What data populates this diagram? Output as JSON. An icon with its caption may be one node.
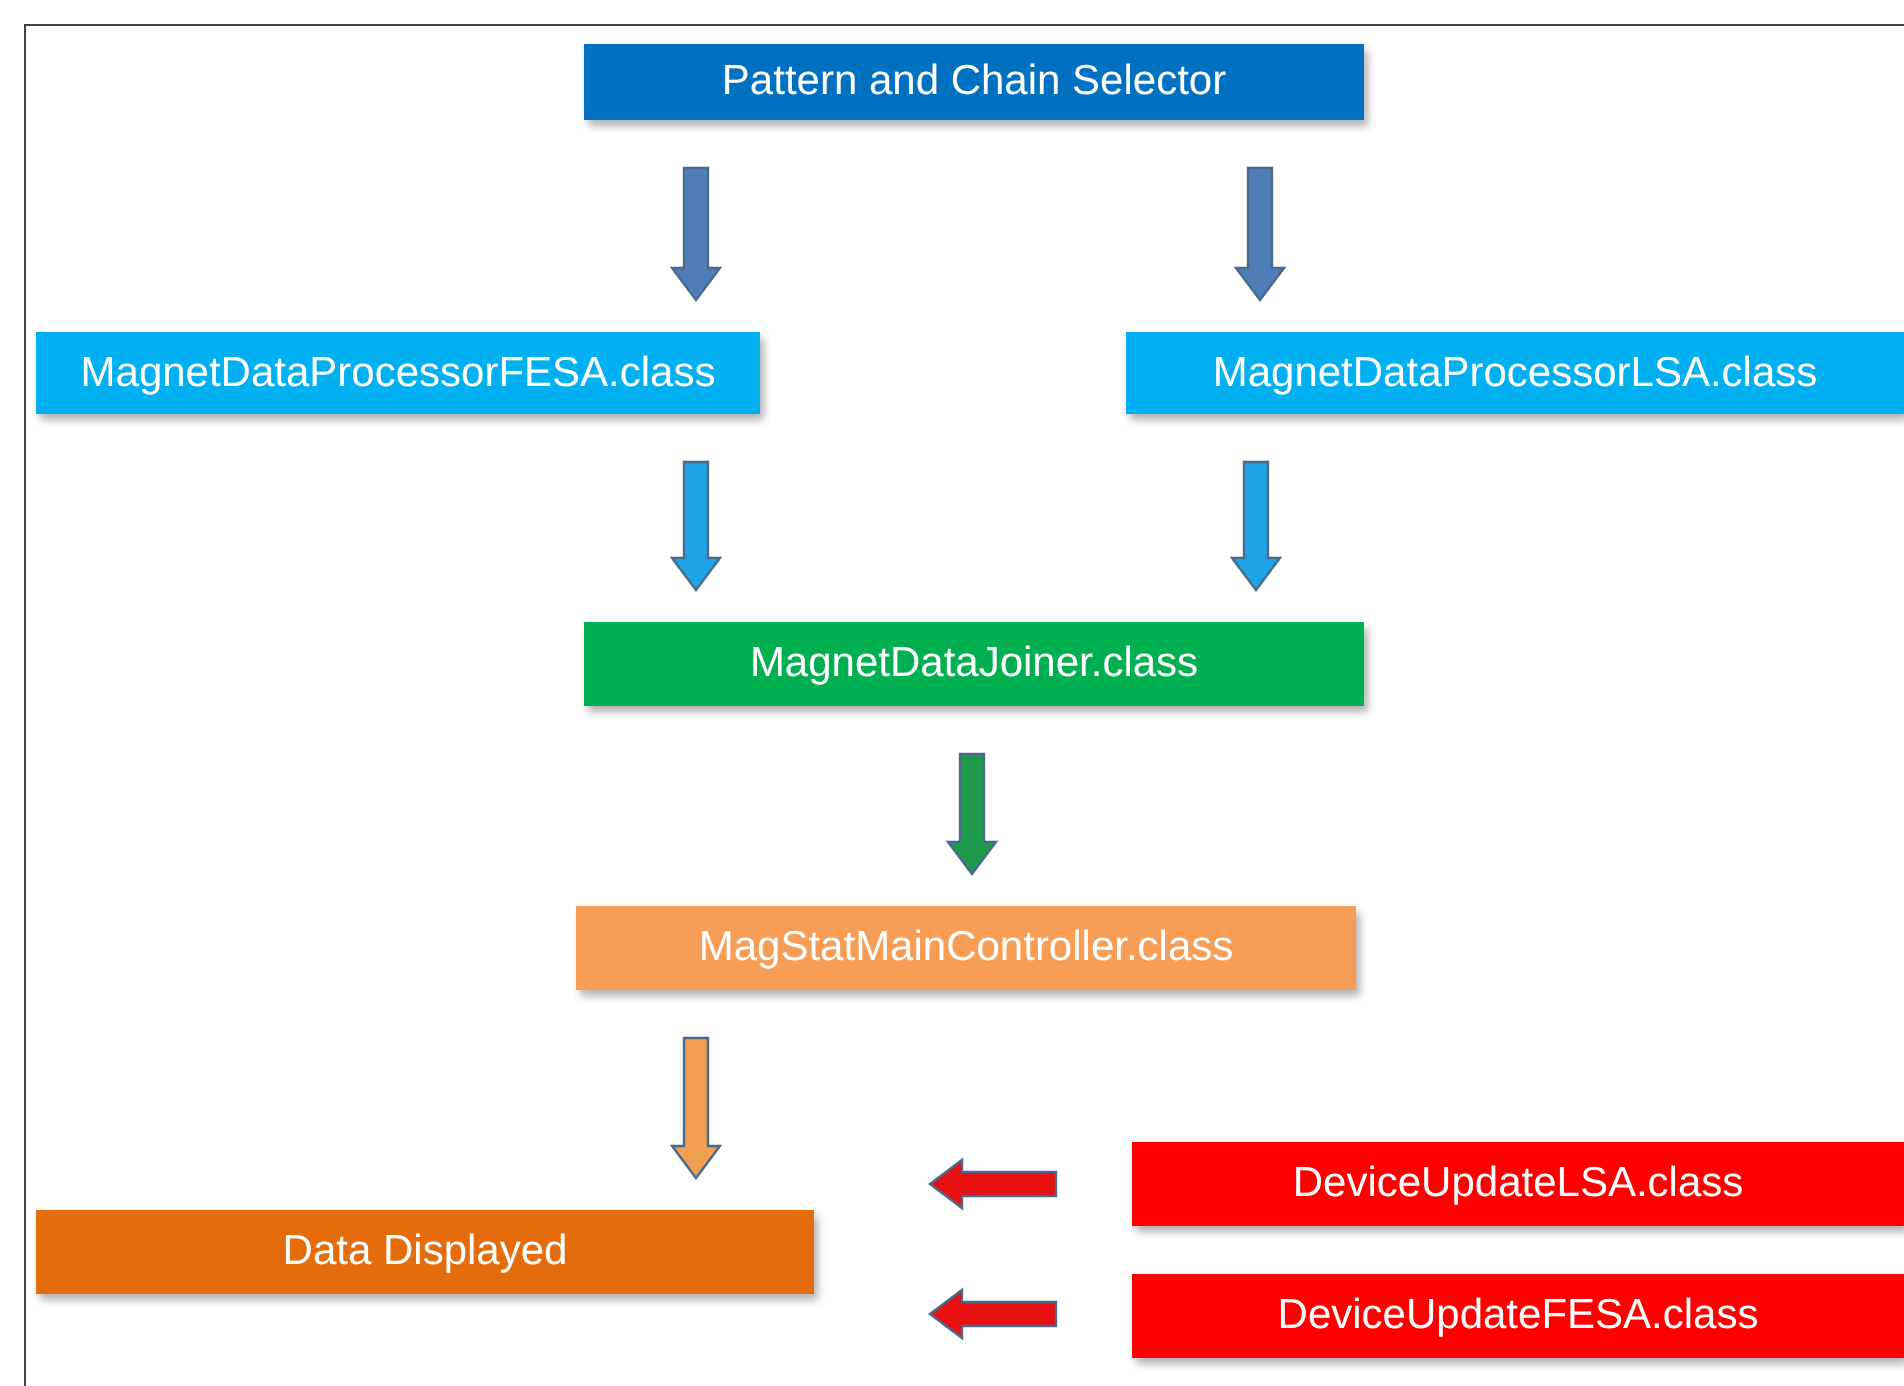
{
  "diagram": {
    "nodes": [
      {
        "text": [
          "Pattern and Chain Selector"
        ]
      },
      {
        "text": [
          "MagnetDataProcessorFESA.class"
        ]
      },
      {
        "text": [
          "MagnetDataProcessorLSA.class"
        ]
      },
      {
        "text": [
          "MagnetDataJoiner.class"
        ]
      },
      {
        "text": [
          "MagStatMainController.class"
        ]
      },
      {
        "text": [
          "Data Displayed"
        ]
      },
      {
        "text": [
          "DeviceUpdateLSA.class"
        ]
      },
      {
        "text": [
          "DeviceUpdateFESA.class"
        ]
      }
    ],
    "edges": [
      {
        "from": 0,
        "to": 1,
        "arrow": "to",
        "color": "#4f7db8"
      },
      {
        "from": 0,
        "to": 2,
        "arrow": "to",
        "color": "#4f7db8"
      },
      {
        "from": 1,
        "to": 3,
        "arrow": "to",
        "color": "#1ea3e6"
      },
      {
        "from": 2,
        "to": 3,
        "arrow": "to",
        "color": "#1ea3e6"
      },
      {
        "from": 3,
        "to": 4,
        "arrow": "to",
        "color": "#1f9a4a"
      },
      {
        "from": 4,
        "to": 5,
        "arrow": "to",
        "color": "#f0a050"
      },
      {
        "from": 6,
        "to": 5,
        "arrow": "to",
        "color": "#e81010"
      },
      {
        "from": 7,
        "to": 5,
        "arrow": "to",
        "color": "#e81010"
      }
    ]
  }
}
